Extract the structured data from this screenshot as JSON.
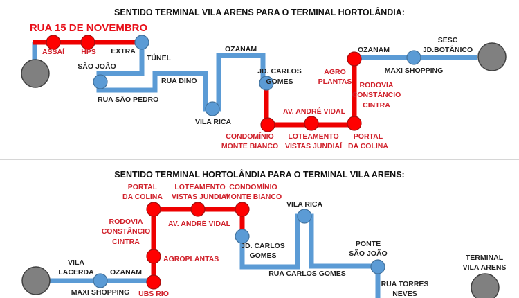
{
  "colors": {
    "blue_line": "#5b9bd5",
    "red_line": "#ee0000",
    "red_text": "#d0202a",
    "terminal": "#808080"
  },
  "top": {
    "title": "SENTIDO TERMINAL VILA ARENS PARA O TERMINAL HORTOLÂNDIA:",
    "street": "RUA 15 DE NOVEMBRO",
    "labels": {
      "assai": "ASSAÍ",
      "hps": "HPS",
      "extra": "EXTRA",
      "tunel": "TÚNEL",
      "sao_joao": "SÃO JOÃO",
      "rua_dino": "RUA DINO",
      "rua_sao_pedro": "RUA SÃO PEDRO",
      "vila_rica": "VILA RICA",
      "ozanam1": "OZANAM",
      "jd_carlos": [
        "JD. CARLOS",
        "GOMES"
      ],
      "condominio": [
        "CONDOMÍNIO",
        "MONTE BIANCO"
      ],
      "av_andre": "AV. ANDRÉ VIDAL",
      "loteamento": [
        "LOTEAMENTO",
        "VISTAS JUNDIAÍ"
      ],
      "portal": [
        "PORTAL",
        "DA COLINA"
      ],
      "agro": [
        "AGRO",
        "PLANTAS"
      ],
      "rodovia": [
        "RODOVIA",
        "CONSTÂNCIO",
        "CINTRA"
      ],
      "ozanam2": "OZANAM",
      "maxi": "MAXI SHOPPING",
      "sesc": [
        "SESC",
        "JD.BOTÂNICO"
      ]
    }
  },
  "bottom": {
    "title": "SENTIDO TERMINAL HORTOLÂNDIA PARA O TERMINAL VILA ARENS:",
    "labels": {
      "vila_lacerda": [
        "VILA",
        "LACERDA"
      ],
      "ozanam": "OZANAM",
      "maxi": "MAXI SHOPPING",
      "ubs": "UBS RIO",
      "agroplantas": "AGROPLANTAS",
      "rodovia": [
        "RODOVIA",
        "CONSTÂNCIO",
        "CINTRA"
      ],
      "portal": [
        "PORTAL",
        "DA COLINA"
      ],
      "loteamento": [
        "LOTEAMENTO",
        "VISTAS JUNDIAÍ"
      ],
      "condominio": [
        "CONDOMÍNIO",
        "MONTE BIANCO"
      ],
      "av_andre": "AV. ANDRÉ VIDAL",
      "jd_carlos": [
        "JD. CARLOS",
        "GOMES"
      ],
      "vila_rica": "VILA RICA",
      "ponte": [
        "PONTE",
        "SÃO JOÃO"
      ],
      "rua_carlos": "RUA CARLOS GOMES",
      "torres": [
        "RUA TORRES",
        "NEVES"
      ],
      "terminal": [
        "TERMINAL",
        "VILA ARENS"
      ]
    }
  }
}
